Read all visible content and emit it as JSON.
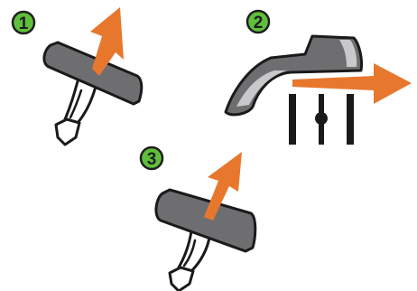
{
  "colors": {
    "badge_fill": "#5FBF3C",
    "badge_ring": "#1E1E1E",
    "badge_text": "#1E1E1E",
    "arrow": "#E8772E",
    "clip_fill": "#6E6E70",
    "clip_outline": "#1A1A1A",
    "clip_highlight": "#C9C9CB",
    "bar": "#1A1A1A"
  },
  "steps": [
    {
      "label": "1",
      "icon": "upward-diagonal-arrow"
    },
    {
      "label": "2",
      "icon": "rightward-arrow"
    },
    {
      "label": "3",
      "icon": "upward-diagonal-arrow"
    }
  ]
}
